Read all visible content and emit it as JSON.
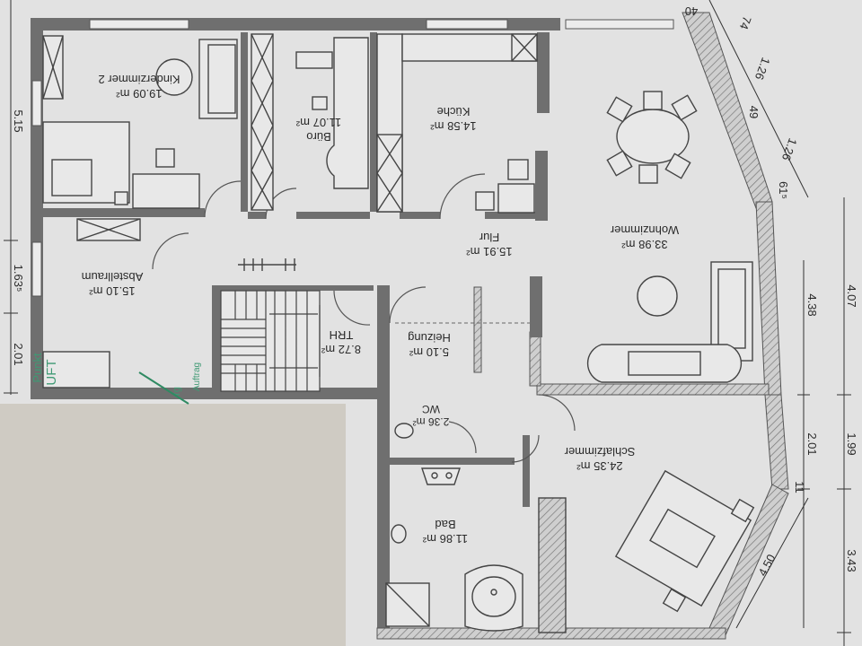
{
  "rooms": {
    "kinderzimmer": {
      "name": "Kinderzimmer 2",
      "area": "19.09 m²"
    },
    "buero": {
      "name": "Büro",
      "area": "11.07 m²"
    },
    "kueche": {
      "name": "Küche",
      "area": "14.58 m²"
    },
    "wohnzimmer": {
      "name": "Wohnzimmer",
      "area": "33.98 m²"
    },
    "abstellraum": {
      "name": "Abstellraum",
      "area": "15.10 m²"
    },
    "flur": {
      "name": "Flur",
      "area": "15.91 m²"
    },
    "trh": {
      "name": "TRH",
      "area": "8.72 m²"
    },
    "heizung": {
      "name": "Heizung",
      "area": "5.10 m²"
    },
    "wc": {
      "name": "WC",
      "area": "2.36 m²"
    },
    "schlafzimmer": {
      "name": "Schlafzimmer",
      "area": "24.35 m²"
    },
    "bad": {
      "name": "Bad",
      "area": "11.86 m²"
    }
  },
  "dimensions": {
    "left": [
      "5.15",
      "1.63⁵",
      "2.01"
    ],
    "right_inner": [
      "49",
      "61⁵",
      "4.38",
      "2.01",
      "11"
    ],
    "right_outer": [
      "40",
      "74",
      "1.26",
      "1.26",
      "4.07",
      "1.99",
      "3.43",
      "4.50"
    ]
  },
  "annotations": {
    "stair_note": "Auftrag",
    "green_text_1": "Punkt",
    "green_text_2": "UFT",
    "green_text_3": "rg"
  }
}
